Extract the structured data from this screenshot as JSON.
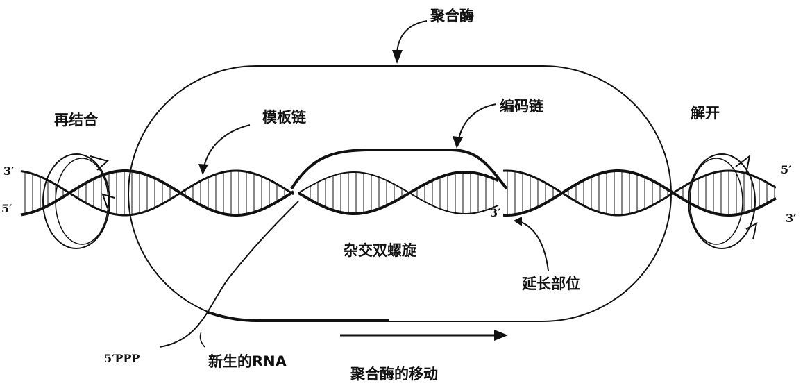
{
  "labels": {
    "polymerase": "聚合酶",
    "rewinding": "再结合",
    "template_strand": "模板链",
    "coding_strand": "编码链",
    "unwinding": "解开",
    "hybrid_helix": "杂交双螺旋",
    "elongation_site": "延长部位",
    "nascent_rna": "新生的RNA",
    "polymerase_movement": "聚合酶的移动",
    "rna_5_end": "5′PPP",
    "left_top_end": "3′",
    "left_bottom_end": "5′",
    "right_top_end": "5′",
    "right_bottom_end": "3′",
    "rna_3_end": "3′"
  }
}
